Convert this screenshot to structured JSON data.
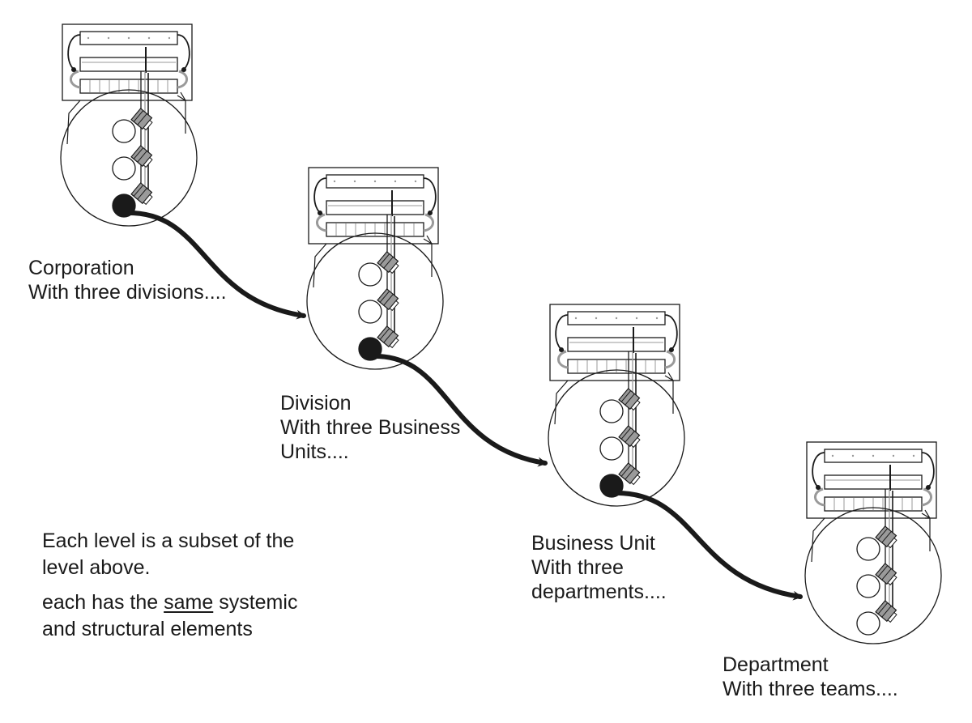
{
  "diagram": {
    "description": "Nested organizational hierarchy where each level is a subset of the level above",
    "levels": [
      {
        "id": "corporation",
        "title": "Corporation",
        "subtitle_lines": [
          "With three divisions...."
        ],
        "sub_units": 3,
        "expanded_sub_unit": true
      },
      {
        "id": "division",
        "title": "Division",
        "subtitle_lines": [
          "With three Business",
          "Units...."
        ],
        "sub_units": 3,
        "expanded_sub_unit": true
      },
      {
        "id": "business-unit",
        "title": "Business Unit",
        "subtitle_lines": [
          "With three",
          "departments...."
        ],
        "sub_units": 3,
        "expanded_sub_unit": true
      },
      {
        "id": "department",
        "title": "Department",
        "subtitle_lines": [
          "With three teams...."
        ],
        "sub_units": 3,
        "expanded_sub_unit": false
      }
    ],
    "connectors": [
      {
        "from": "corporation",
        "to": "division"
      },
      {
        "from": "division",
        "to": "business-unit"
      },
      {
        "from": "business-unit",
        "to": "department"
      }
    ]
  },
  "notes": {
    "line1": "Each level is a subset of the",
    "line2": "level above.",
    "line3_pre": "each has the ",
    "line3_underlined": "same",
    "line3_post": " systemic",
    "line4": "and structural elements"
  },
  "colors": {
    "stroke": "#1a1a1a",
    "fill": "#ffffff",
    "shade": "#9a9a9a",
    "text": "#1a1a1a"
  }
}
